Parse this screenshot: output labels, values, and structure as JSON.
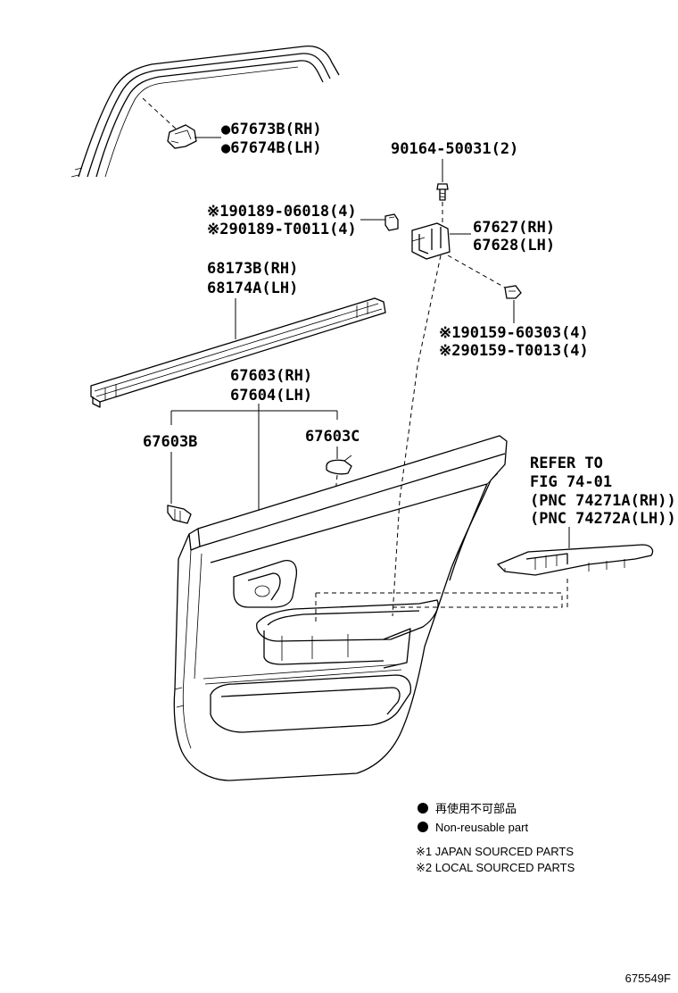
{
  "labels": {
    "clip_rh": "●67673B(RH)",
    "clip_lh": "●67674B(LH)",
    "screw_top": "90164-50031(2)",
    "bolt_upper_1": "※190189-06018(4)",
    "bolt_upper_2": "※290189-T0011(4)",
    "hinge_rh": "67627(RH)",
    "hinge_lh": "67628(LH)",
    "weatherstrip_rh": "68173B(RH)",
    "weatherstrip_lh": "68174A(LH)",
    "bolt_lower_1": "※190159-60303(4)",
    "bolt_lower_2": "※290159-T0013(4)",
    "trim_rh": "67603(RH)",
    "trim_lh": "67604(LH)",
    "clip_b": "67603B",
    "clip_c": "67603C",
    "refer_1": "REFER TO",
    "refer_2": "FIG 74-01",
    "refer_3": "(PNC 74271A(RH))",
    "refer_4": "(PNC 74272A(LH))"
  },
  "legend": {
    "item_jp": "再使用不可部品",
    "item_en": "Non-reusable part",
    "note_1": "※1 JAPAN SOURCED PARTS",
    "note_2": "※2 LOCAL SOURCED PARTS"
  },
  "figure_id": "675549F"
}
